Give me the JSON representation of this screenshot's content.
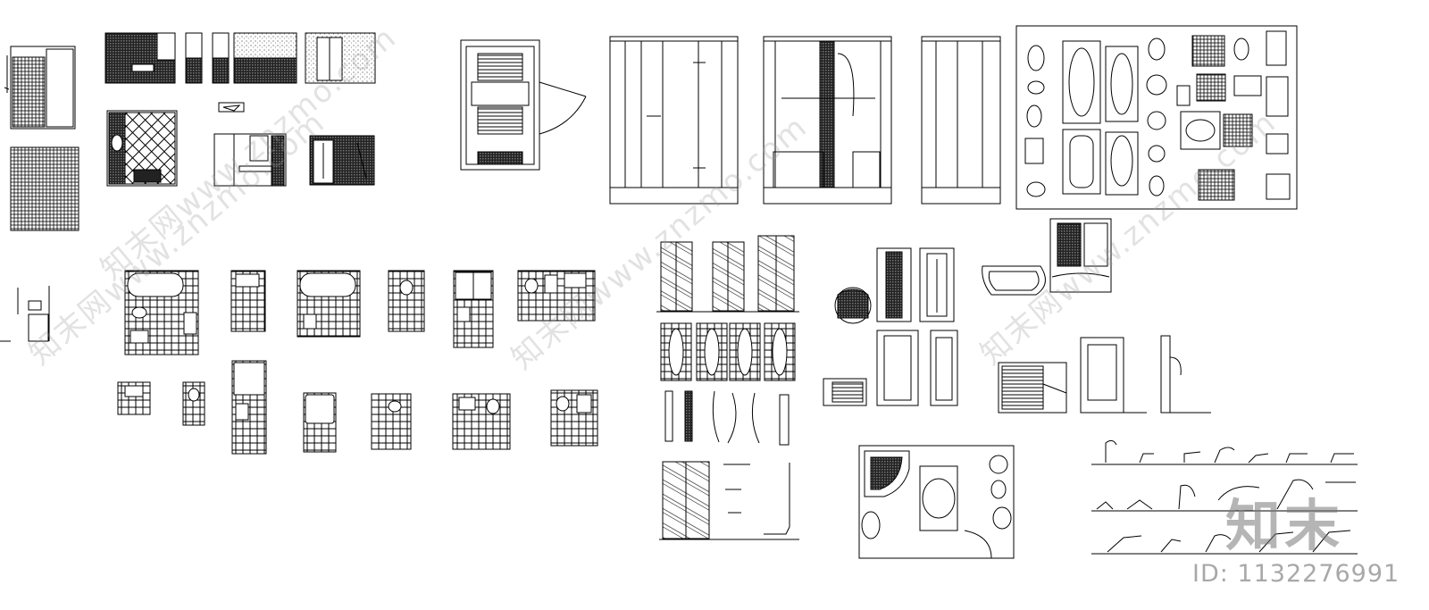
{
  "watermarks": [
    {
      "text": "知末网www.znzmo.com"
    },
    {
      "text": "知末网www.znzmo.com"
    },
    {
      "text": "知末网www.znzmo.com"
    },
    {
      "text": "知末网www.znzmo.com"
    }
  ],
  "logo_text": "知末",
  "id_text": "ID: 1132276991",
  "colors": {
    "line": "#000000",
    "background": "#ffffff",
    "watermark": "#969696"
  }
}
